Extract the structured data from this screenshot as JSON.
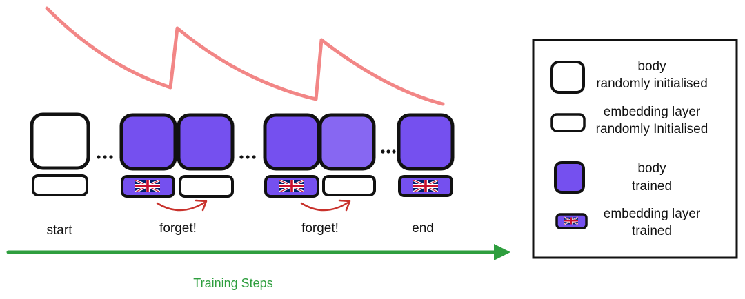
{
  "colors": {
    "trained": "#7550ef",
    "trained_light": "#8767f2",
    "outline": "#111111",
    "loss_curve": "#f28686",
    "arrow_green": "#2e9e3e",
    "forget_arrow": "#c8312b"
  },
  "stage_labels": {
    "start": "start",
    "forget_1": "forget!",
    "forget_2": "forget!",
    "end": "end"
  },
  "axis": {
    "label": "Training Steps"
  },
  "legend": {
    "body_random": {
      "line1": "body",
      "line2": "randomly initialised"
    },
    "embedding_random": {
      "line1": "embedding layer",
      "line2": "randomly Initialised"
    },
    "body_trained": {
      "line1": "body",
      "line2": "trained"
    },
    "embedding_trained": {
      "line1": "embedding layer",
      "line2": "trained"
    }
  },
  "icons": {
    "flag": "uk-flag-icon",
    "ellipsis": "ellipsis-icon"
  }
}
